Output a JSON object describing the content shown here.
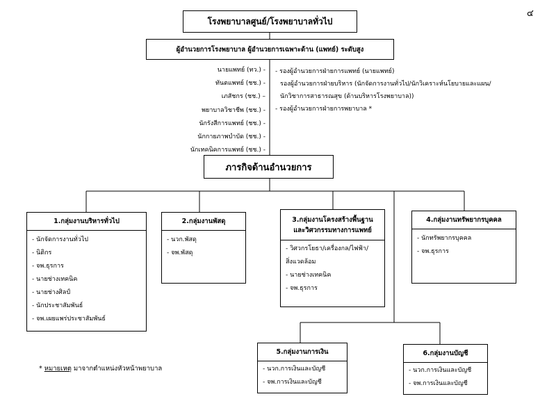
{
  "page_number": "๔",
  "hospital_title": "โรงพยาบาลศูนย์/โรงพยาบาลทั่วไป",
  "director": "ผู้อำนวยการโรงพยาบาล ผู้อำนวยการเฉพาะด้าน (แพทย์) ระดับสูง",
  "staff_left": [
    "นายแพทย์ (ทว.) -",
    "ทันตแพทย์ (ชช.) -",
    "เภสัชกร (ชช.) –",
    "พยาบาลวิชาชีพ (ชช.) -",
    "นักรังสีการแพทย์ (ชช.) -",
    "นักกายภาพบำบัด (ชช.) -",
    "นักเทคนิคการแพทย์ (ชช.) -"
  ],
  "deputies": [
    "- รองผู้อำนวยการฝ่ายการแพทย์  (นายแพทย์)",
    "รองผู้อำนวยการฝ่ายบริหาร (นักจัดการงานทั่วไป/นักวิเคราะห์นโยบายและแผน/",
    "นักวิชาการสาธารณสุข (ด้านบริหารโรงพยาบาล))",
    "- รองผู้อำนวยการฝ่ายการพยาบาล *"
  ],
  "mission": "ภารกิจด้านอำนวยการ",
  "groups": [
    {
      "title": "1.กลุ่มงานบริหารทั่วไป",
      "items": [
        "- นักจัดการงานทั่วไป",
        "- นิติกร",
        "- จพ.ธุรการ",
        "- นายช่างเทคนิค",
        "- นายช่างศิลป์",
        "- นักประชาสัมพันธ์",
        "- จพ.เผยแพร่ประชาสัมพันธ์"
      ]
    },
    {
      "title": "2.กลุ่มงานพัสดุ",
      "items": [
        "- นวก.พัสดุ",
        "- จพ.พัสดุ"
      ]
    },
    {
      "title": "3.กลุ่มงานโครงสร้างพื้นฐาน และวิศวกรรมทางการแพทย์",
      "items": [
        "- วิศวกรโยธา/เครื่องกล/ไฟฟ้า/",
        "สิ่งแวดล้อม",
        "- นายช่างเทคนิค",
        "- จพ.ธุรการ"
      ]
    },
    {
      "title": "4.กลุ่มงานทรัพยากรบุคคล",
      "items": [
        "- นักทรัพยากรบุคคล",
        "- จพ.ธุรการ"
      ]
    },
    {
      "title": "5.กลุ่มงานการเงิน",
      "items": [
        "- นวก.การเงินและบัญชี",
        "- จพ.การเงินและบัญชี"
      ]
    },
    {
      "title": "6.กลุ่มงานบัญชี",
      "items": [
        "- นวก.การเงินและบัญชี",
        "- จพ.การเงินและบัญชี"
      ]
    }
  ],
  "footnote": {
    "star": "* ",
    "label": "หมายเหตุ",
    "text": " มาจากตำแหน่งหัวหน้าพยาบาล"
  }
}
